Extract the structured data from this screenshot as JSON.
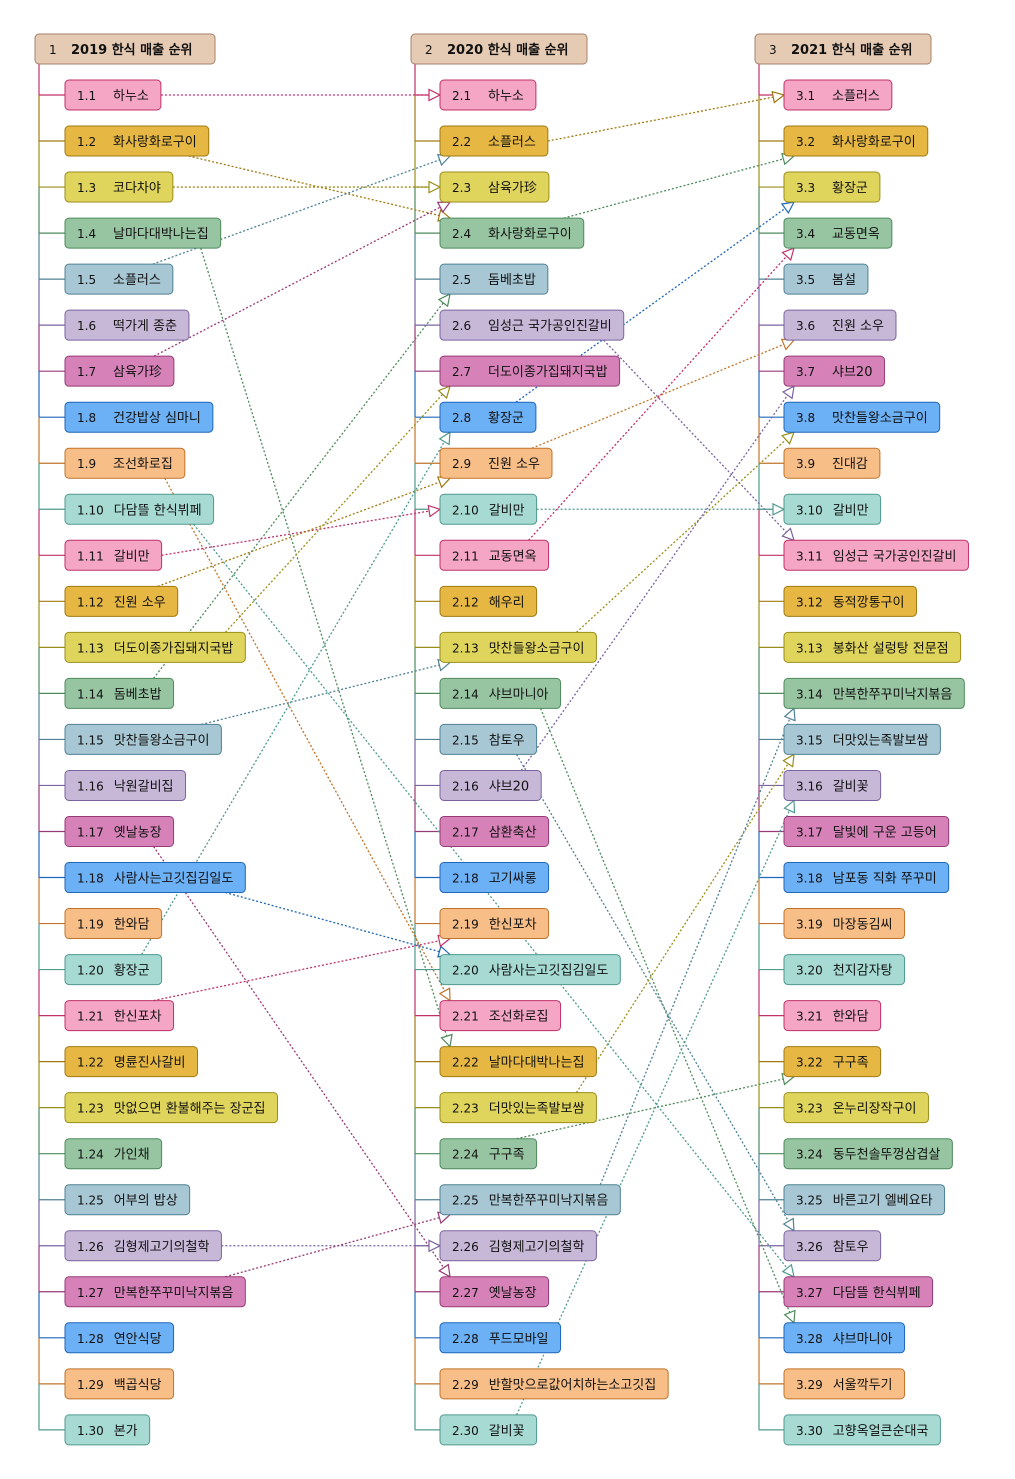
{
  "columns": [
    {
      "num": "1",
      "title": "2019 한식 매출 순위",
      "items": [
        {
          "num": "1.1",
          "label": "하누소"
        },
        {
          "num": "1.2",
          "label": "화사랑화로구이"
        },
        {
          "num": "1.3",
          "label": "코다차야"
        },
        {
          "num": "1.4",
          "label": "날마다대박나는집"
        },
        {
          "num": "1.5",
          "label": "소플러스"
        },
        {
          "num": "1.6",
          "label": "떡가게 종춘"
        },
        {
          "num": "1.7",
          "label": "삼육가珍"
        },
        {
          "num": "1.8",
          "label": "건강밥상 심마니"
        },
        {
          "num": "1.9",
          "label": "조선화로집"
        },
        {
          "num": "1.10",
          "label": "다담뜰 한식뷔페"
        },
        {
          "num": "1.11",
          "label": "갈비만"
        },
        {
          "num": "1.12",
          "label": "진원 소우"
        },
        {
          "num": "1.13",
          "label": "더도이종가집돼지국밥"
        },
        {
          "num": "1.14",
          "label": "돔베초밥"
        },
        {
          "num": "1.15",
          "label": "맛찬들왕소금구이"
        },
        {
          "num": "1.16",
          "label": "낙원갈비집"
        },
        {
          "num": "1.17",
          "label": "옛날농장"
        },
        {
          "num": "1.18",
          "label": "사람사는고깃집김일도"
        },
        {
          "num": "1.19",
          "label": "한와담"
        },
        {
          "num": "1.20",
          "label": "황장군"
        },
        {
          "num": "1.21",
          "label": "한신포차"
        },
        {
          "num": "1.22",
          "label": "명륜진사갈비"
        },
        {
          "num": "1.23",
          "label": "맛없으면 환불해주는 장군집"
        },
        {
          "num": "1.24",
          "label": "가인채"
        },
        {
          "num": "1.25",
          "label": "어부의 밥상"
        },
        {
          "num": "1.26",
          "label": "김형제고기의철학"
        },
        {
          "num": "1.27",
          "label": "만복한쭈꾸미낙지볶음"
        },
        {
          "num": "1.28",
          "label": "연안식당"
        },
        {
          "num": "1.29",
          "label": "백곱식당"
        },
        {
          "num": "1.30",
          "label": "본가"
        }
      ]
    },
    {
      "num": "2",
      "title": "2020 한식 매출 순위",
      "items": [
        {
          "num": "2.1",
          "label": "하누소"
        },
        {
          "num": "2.2",
          "label": "소플러스"
        },
        {
          "num": "2.3",
          "label": "삼육가珍"
        },
        {
          "num": "2.4",
          "label": "화사랑화로구이"
        },
        {
          "num": "2.5",
          "label": "돔베초밥"
        },
        {
          "num": "2.6",
          "label": "임성근 국가공인진갈비"
        },
        {
          "num": "2.7",
          "label": "더도이종가집돼지국밥"
        },
        {
          "num": "2.8",
          "label": "황장군"
        },
        {
          "num": "2.9",
          "label": "진원 소우"
        },
        {
          "num": "2.10",
          "label": "갈비만"
        },
        {
          "num": "2.11",
          "label": "교동면옥"
        },
        {
          "num": "2.12",
          "label": "해우리"
        },
        {
          "num": "2.13",
          "label": "맛찬들왕소금구이"
        },
        {
          "num": "2.14",
          "label": "샤브마니아"
        },
        {
          "num": "2.15",
          "label": "참토우"
        },
        {
          "num": "2.16",
          "label": "샤브20"
        },
        {
          "num": "2.17",
          "label": "삼환축산"
        },
        {
          "num": "2.18",
          "label": "고기싸롱"
        },
        {
          "num": "2.19",
          "label": "한신포차"
        },
        {
          "num": "2.20",
          "label": "사람사는고깃집김일도"
        },
        {
          "num": "2.21",
          "label": "조선화로집"
        },
        {
          "num": "2.22",
          "label": "날마다대박나는집"
        },
        {
          "num": "2.23",
          "label": "더맛있는족발보쌈"
        },
        {
          "num": "2.24",
          "label": "구구족"
        },
        {
          "num": "2.25",
          "label": "만복한쭈꾸미낙지볶음"
        },
        {
          "num": "2.26",
          "label": "김형제고기의철학"
        },
        {
          "num": "2.27",
          "label": "옛날농장"
        },
        {
          "num": "2.28",
          "label": "푸드모바일"
        },
        {
          "num": "2.29",
          "label": "반할맛으로값어치하는소고깃집"
        },
        {
          "num": "2.30",
          "label": "갈비꽃"
        }
      ]
    },
    {
      "num": "3",
      "title": "2021 한식 매출 순위",
      "items": [
        {
          "num": "3.1",
          "label": "소플러스"
        },
        {
          "num": "3.2",
          "label": "화사랑화로구이"
        },
        {
          "num": "3.3",
          "label": "황장군"
        },
        {
          "num": "3.4",
          "label": "교동면옥"
        },
        {
          "num": "3.5",
          "label": "봄설"
        },
        {
          "num": "3.6",
          "label": "진원 소우"
        },
        {
          "num": "3.7",
          "label": "샤브20"
        },
        {
          "num": "3.8",
          "label": "맛찬들왕소금구이"
        },
        {
          "num": "3.9",
          "label": "진대감"
        },
        {
          "num": "3.10",
          "label": "갈비만"
        },
        {
          "num": "3.11",
          "label": "임성근 국가공인진갈비"
        },
        {
          "num": "3.12",
          "label": "동적깡통구이"
        },
        {
          "num": "3.13",
          "label": "봉화산 설렁탕 전문점"
        },
        {
          "num": "3.14",
          "label": "만복한쭈꾸미낙지볶음"
        },
        {
          "num": "3.15",
          "label": "더맛있는족발보쌈"
        },
        {
          "num": "3.16",
          "label": "갈비꽃"
        },
        {
          "num": "3.17",
          "label": "달빛에 구운 고등어"
        },
        {
          "num": "3.18",
          "label": "남포동 직화 쭈꾸미"
        },
        {
          "num": "3.19",
          "label": "마장동김씨"
        },
        {
          "num": "3.20",
          "label": "천지감자탕"
        },
        {
          "num": "3.21",
          "label": "한와담"
        },
        {
          "num": "3.22",
          "label": "구구족"
        },
        {
          "num": "3.23",
          "label": "온누리장작구이"
        },
        {
          "num": "3.24",
          "label": "동두천솔뚜껑삼겹살"
        },
        {
          "num": "3.25",
          "label": "바른고기 엘베요타"
        },
        {
          "num": "3.26",
          "label": "참토우"
        },
        {
          "num": "3.27",
          "label": "다담뜰 한식뷔페"
        },
        {
          "num": "3.28",
          "label": "샤브마니아"
        },
        {
          "num": "3.29",
          "label": "서울깍두기"
        },
        {
          "num": "3.30",
          "label": "고향옥얼큰순대국"
        }
      ]
    }
  ],
  "palette": [
    {
      "fill": "#f4a6c4",
      "stroke": "#c0306a"
    },
    {
      "fill": "#e6b843",
      "stroke": "#a07a10"
    },
    {
      "fill": "#e0d55c",
      "stroke": "#9a8e1a"
    },
    {
      "fill": "#97c5a2",
      "stroke": "#4e8a5c"
    },
    {
      "fill": "#a7c7d4",
      "stroke": "#4f8194"
    },
    {
      "fill": "#c7b8d8",
      "stroke": "#7a63a0"
    },
    {
      "fill": "#d682b8",
      "stroke": "#983a78"
    },
    {
      "fill": "#6cb0f5",
      "stroke": "#1f67b8"
    },
    {
      "fill": "#f8be88",
      "stroke": "#c0742a"
    },
    {
      "fill": "#a6dad3",
      "stroke": "#4f9a8f"
    }
  ],
  "header_colors": {
    "fill": "#e6cbb4",
    "stroke": "#a6806a"
  },
  "links": [
    [
      "1.1",
      "2.1"
    ],
    [
      "1.2",
      "2.4"
    ],
    [
      "1.4",
      "2.22"
    ],
    [
      "1.5",
      "2.2"
    ],
    [
      "1.7",
      "2.3"
    ],
    [
      "1.9",
      "2.21"
    ],
    [
      "1.11",
      "2.10"
    ],
    [
      "1.12",
      "2.9"
    ],
    [
      "1.13",
      "2.7"
    ],
    [
      "1.14",
      "2.5"
    ],
    [
      "1.15",
      "2.13"
    ],
    [
      "1.17",
      "2.27"
    ],
    [
      "1.18",
      "2.20"
    ],
    [
      "1.20",
      "2.8"
    ],
    [
      "1.21",
      "2.19"
    ],
    [
      "1.26",
      "2.26"
    ],
    [
      "1.27",
      "2.25"
    ],
    [
      "2.2",
      "3.1"
    ],
    [
      "2.4",
      "3.2"
    ],
    [
      "2.6",
      "3.11"
    ],
    [
      "2.8",
      "3.3"
    ],
    [
      "2.9",
      "3.6"
    ],
    [
      "2.10",
      "3.10"
    ],
    [
      "2.11",
      "3.4"
    ],
    [
      "2.13",
      "3.8"
    ],
    [
      "2.14",
      "3.28"
    ],
    [
      "2.15",
      "3.26"
    ],
    [
      "2.16",
      "3.7"
    ],
    [
      "2.23",
      "3.15"
    ],
    [
      "2.24",
      "3.22"
    ],
    [
      "2.25",
      "3.14"
    ],
    [
      "2.30",
      "3.16"
    ],
    [
      "1.10",
      "3.27"
    ],
    [
      "1.3",
      "2.3"
    ]
  ]
}
